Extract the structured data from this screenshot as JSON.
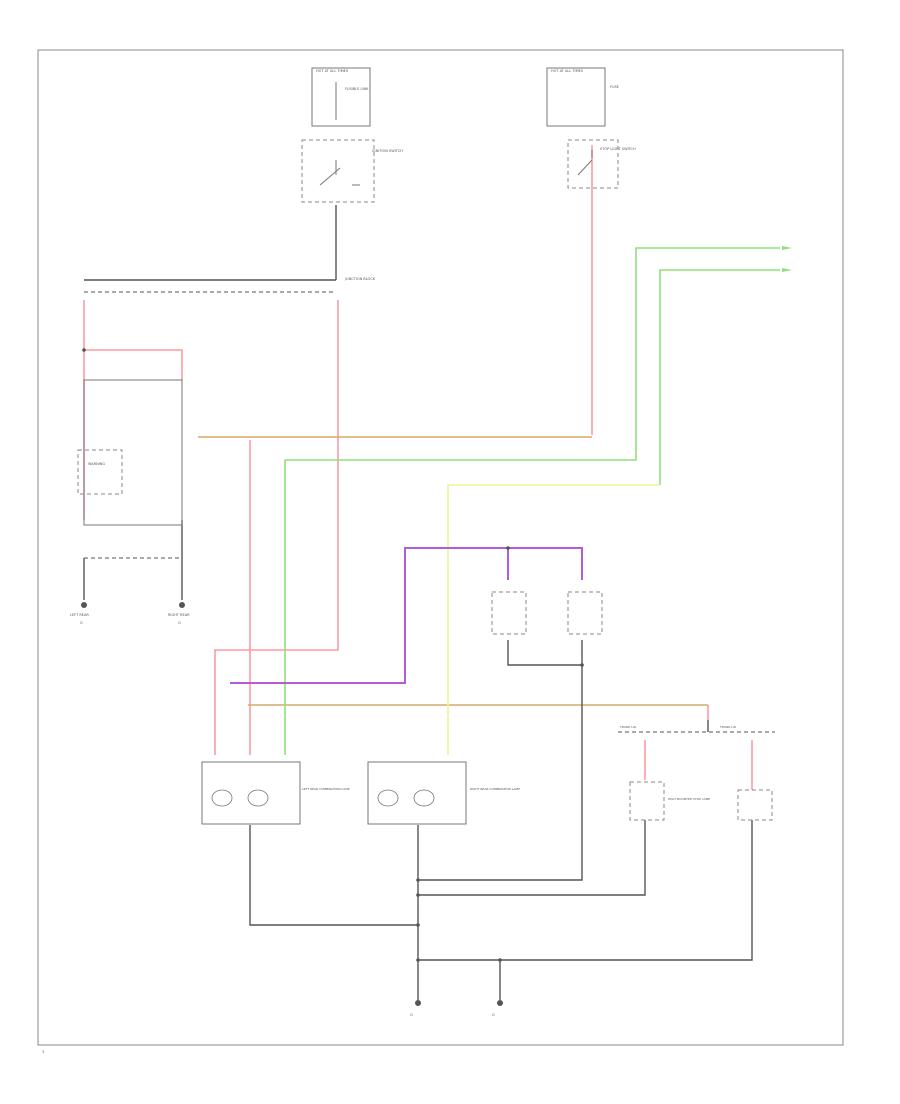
{
  "colors": {
    "red": "#ff9aa2",
    "green": "#8fe07a",
    "yellow": "#f2f29a",
    "purple": "#b25cd6",
    "orange": "#d9a86a",
    "black": "#555555"
  },
  "labels": {
    "hot_at_all_times_left": "HOT AT ALL TIMES",
    "hot_at_all_times_right": "HOT AT ALL TIMES",
    "fuse_left": "FUSIBLE LINK",
    "fuse_right": "FUSE",
    "ignition_switch": "IGNITION SWITCH",
    "stop_light_switch": "STOP LIGHT SWITCH",
    "junction": "JUNCTION BLOCK",
    "warning": "WARNING",
    "left_rear": "LEFT REAR",
    "right_rear": "RIGHT REAR",
    "left_combo": "LEFT REAR COMBINATION LAMP",
    "right_combo": "RIGHT REAR COMBINATION LAMP",
    "high_mount": "HIGH MOUNTED STOP LAMP",
    "trunk_left": "TRUNK LID",
    "trunk_right": "TRUNK LID",
    "ground_1": "G",
    "ground_2": "G",
    "ground_3": "G",
    "ground_4": "G",
    "corner_tag": "3"
  }
}
